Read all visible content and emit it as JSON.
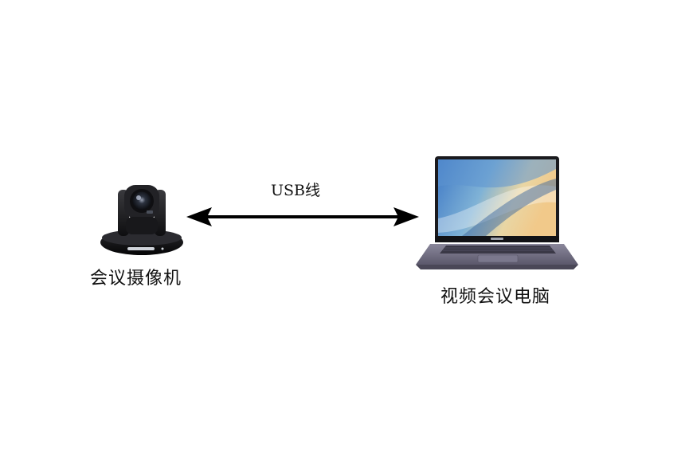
{
  "nodes": {
    "camera": {
      "label": "会议摄像机",
      "icon": "ptz-camera-icon"
    },
    "computer": {
      "label": "视频会议电脑",
      "icon": "laptop-icon"
    }
  },
  "link": {
    "label": "USB线",
    "direction": "bidirectional",
    "color": "#000000"
  },
  "colors": {
    "screen_left": "#3f79c6",
    "screen_right": "#f1c98a",
    "laptop_body": "#6f6c80",
    "camera_body": "#1b1b1d"
  }
}
